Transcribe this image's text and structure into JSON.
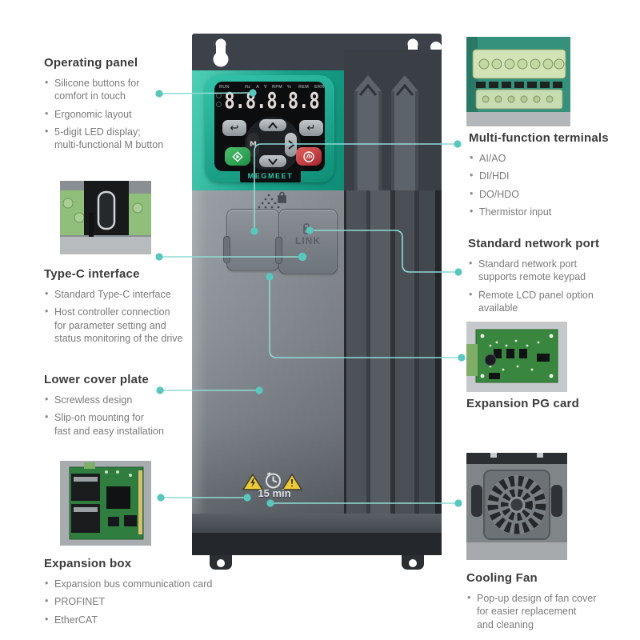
{
  "colors": {
    "accent_teal": "#1fa78c",
    "callout_line": "#8edbd4",
    "callout_dot": "#58c7be",
    "device_dark": "#3d424a",
    "body_gray": "#8d939a",
    "led_digit": "#e3dad6",
    "warning_yellow": "#ecca3a",
    "start_green": "#2da155",
    "stop_red": "#c43138"
  },
  "device": {
    "brand": "MEGMEET",
    "display": {
      "digits": "8.8.8.8.8",
      "status_labels": [
        "RUN",
        "Hz",
        "A",
        "V",
        "RPM",
        "%",
        "REM",
        "ERR"
      ]
    },
    "keypad": {
      "m_label": "M"
    },
    "link_door_label": "LINK",
    "warning_label": "15 min"
  },
  "callouts": {
    "operating_panel": {
      "title": "Operating panel",
      "bullets": [
        "Silicone buttons for\ncomfort in touch",
        "Ergonomic layout",
        "5-digit LED display;\nmulti-functional M button"
      ]
    },
    "type_c": {
      "title": "Type-C interface",
      "bullets": [
        "Standard Type-C interface",
        "Host controller connection\nfor parameter setting and\nstatus monitoring of the drive"
      ]
    },
    "lower_cover": {
      "title": "Lower cover plate",
      "bullets": [
        "Screwless design",
        "Slip-on mounting for\nfast and easy installation"
      ]
    },
    "expansion_box": {
      "title": "Expansion box",
      "bullets": [
        "Expansion bus communication card",
        "PROFINET",
        "EtherCAT"
      ]
    },
    "terminals": {
      "title": "Multi-function terminals",
      "bullets": [
        "AI/AO",
        "DI/HDI",
        "DO/HDO",
        "Thermistor input"
      ]
    },
    "network_port": {
      "title": "Standard network port",
      "bullets": [
        "Standard network port\nsupports remote keypad",
        "Remote LCD panel option\navailable"
      ]
    },
    "pg_card": {
      "title": "Expansion PG card",
      "bullets": []
    },
    "cooling_fan": {
      "title": "Cooling Fan",
      "bullets": [
        "Pop-up design of fan cover\nfor easier replacement\nand cleaning"
      ]
    }
  }
}
